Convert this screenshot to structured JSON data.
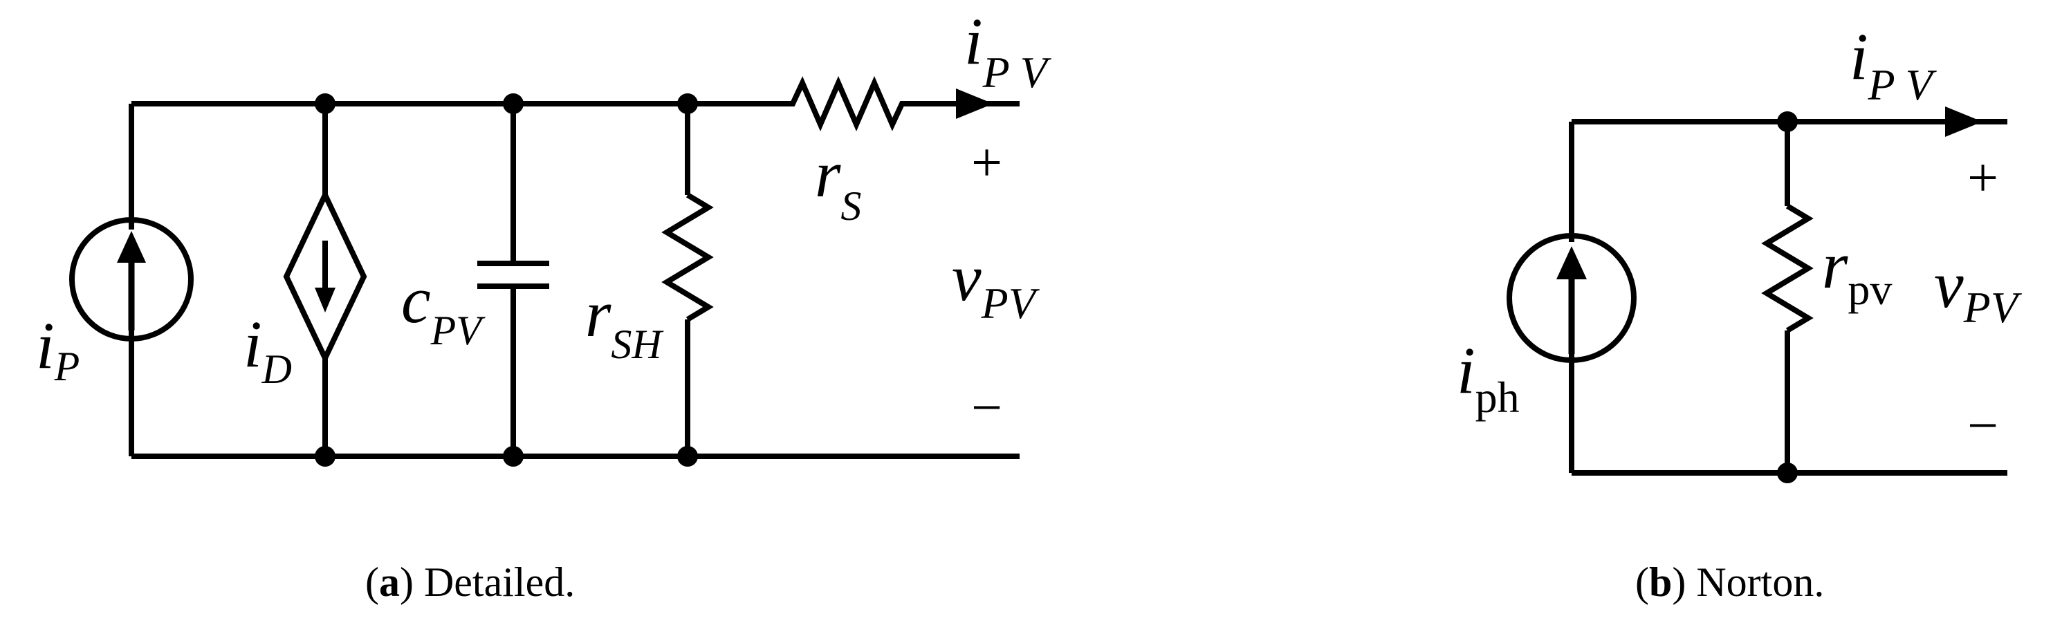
{
  "detailed": {
    "i_p": {
      "main": "i",
      "sub": "P"
    },
    "i_d": {
      "main": "i",
      "sub": "D"
    },
    "c_pv": {
      "main": "c",
      "sub": "PV"
    },
    "r_sh": {
      "main": "r",
      "sub": "SH"
    },
    "r_s": {
      "main": "r",
      "sub": "S"
    },
    "i_pv": {
      "main": "i",
      "sub": "P V"
    },
    "v_pv": {
      "main": "v",
      "sub": "PV"
    },
    "plus": "+",
    "minus": "−",
    "caption": {
      "letter": "a",
      "text": "Detailed."
    }
  },
  "norton": {
    "i_ph": {
      "main": "i",
      "sub": "ph"
    },
    "r_pv": {
      "main": "r",
      "sub": "pv"
    },
    "i_pv": {
      "main": "i",
      "sub": "P V"
    },
    "v_pv": {
      "main": "v",
      "sub": "PV"
    },
    "plus": "+",
    "minus": "−",
    "caption": {
      "letter": "b",
      "text": "Norton."
    }
  }
}
